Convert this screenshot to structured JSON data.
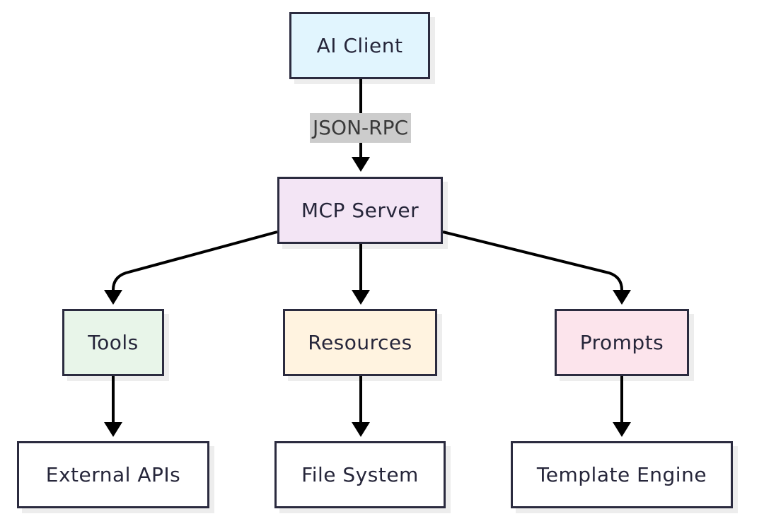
{
  "colors": {
    "ai_client": "#e1f5fe",
    "mcp_server": "#f3e5f5",
    "tools": "#e8f5e9",
    "resources": "#fff3e0",
    "prompts": "#fce4ec",
    "leaf": "#ffffff",
    "stroke": "#2b2b3f"
  },
  "nodes": {
    "ai_client": "AI Client",
    "mcp_server": "MCP Server",
    "tools": "Tools",
    "resources": "Resources",
    "prompts": "Prompts",
    "external_apis": "External APIs",
    "file_system": "File System",
    "template_engine": "Template Engine"
  },
  "edges": {
    "client_to_server_label": "JSON-RPC"
  }
}
